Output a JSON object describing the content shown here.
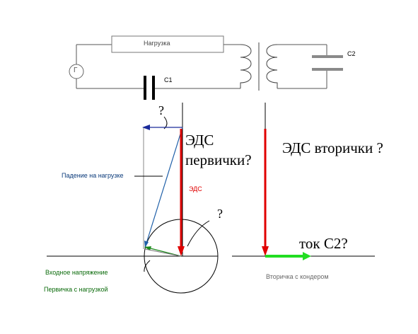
{
  "circuit": {
    "load_label": "Нагрузка",
    "c1_label": "C1",
    "c2_label": "C2",
    "generator_symbol": "Г"
  },
  "primary": {
    "question_top": "?",
    "emf_heading_line1": "ЭДС",
    "emf_heading_line2": "первички?",
    "load_drop_label": "Падение на нагрузке",
    "emf_vector_label": "ЭДС",
    "question_angle": "?",
    "input_voltage_label": "Входное напряжение",
    "caption": "Первичка  с нагрузкой"
  },
  "secondary": {
    "emf_heading": "ЭДС вторички ?",
    "current_label": "ток C2?",
    "caption": "Вторичка с кондером"
  },
  "colors": {
    "emf_vector": "#e00000",
    "load_drop_vector": "#1f5fa8",
    "input_voltage_vector": "#1a8a1a",
    "c2_current_vector": "#22dd22",
    "top_arrow": "#1a2a9a",
    "capacitor_plate": "#8a8a8a",
    "load_drop_text": "#0a3a7a",
    "input_voltage_text": "#0a6a0a"
  }
}
